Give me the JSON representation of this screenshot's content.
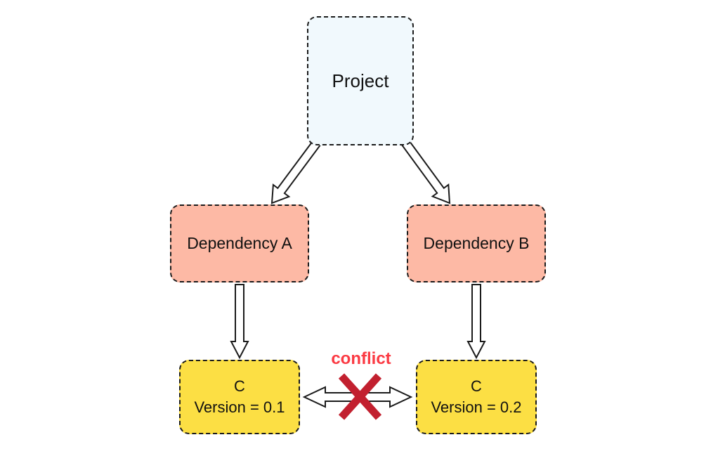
{
  "diagram": {
    "nodes": {
      "project": {
        "label": "Project",
        "fill": "#f1f9fd"
      },
      "dependency_a": {
        "label": "Dependency A",
        "fill": "#fdb9a5"
      },
      "dependency_b": {
        "label": "Dependency B",
        "fill": "#fdb9a5"
      },
      "c_v01": {
        "label": "C",
        "version_line": "Version = 0.1",
        "fill": "#fcdf44"
      },
      "c_v02": {
        "label": "C",
        "version_line": "Version = 0.2",
        "fill": "#fcdf44"
      }
    },
    "edges": [
      {
        "from": "Project",
        "to": "Dependency A",
        "style": "hollow-block-arrow"
      },
      {
        "from": "Project",
        "to": "Dependency B",
        "style": "hollow-block-arrow"
      },
      {
        "from": "Dependency A",
        "to": "C Version = 0.1",
        "style": "hollow-block-arrow"
      },
      {
        "from": "Dependency B",
        "to": "C Version = 0.2",
        "style": "hollow-block-arrow"
      },
      {
        "from": "C Version = 0.1",
        "to": "C Version = 0.2",
        "style": "hollow-double-headed-arrow",
        "status": "conflict"
      }
    ],
    "conflict": {
      "label": "conflict",
      "label_color": "#fb3a43",
      "cross_color": "#c2202f"
    },
    "colors": {
      "background": "#ffffff",
      "box_border": "#1b1b1b",
      "arrow_fill": "#ffffff",
      "arrow_stroke": "#1b1b1b",
      "text": "#111111"
    }
  }
}
